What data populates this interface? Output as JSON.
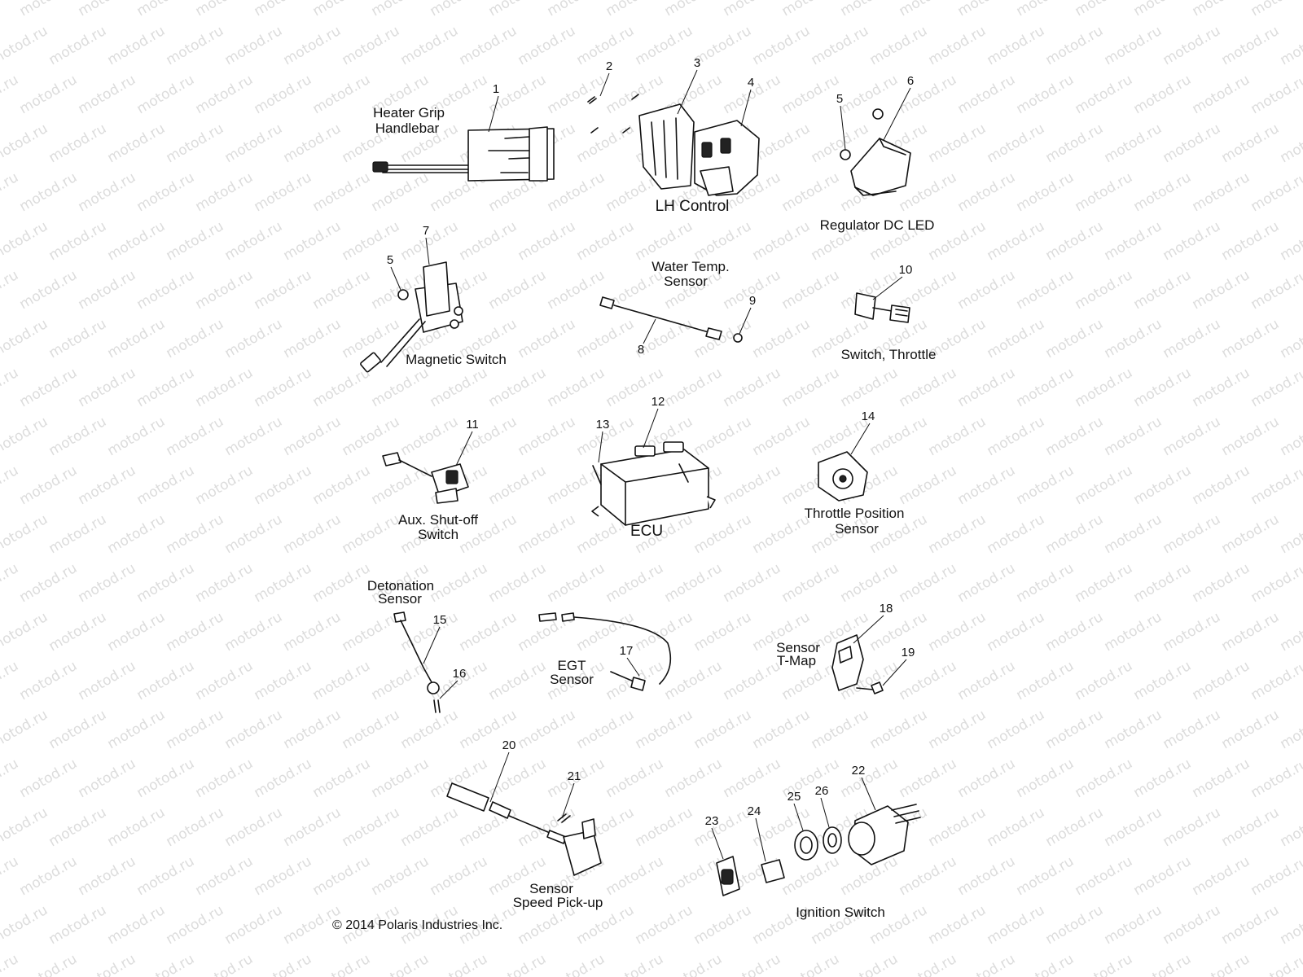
{
  "watermark": "motod.ru",
  "captions": {
    "heater_grip": [
      "Heater Grip",
      "Handlebar"
    ],
    "lh_control": "LH Control",
    "regulator": "Regulator DC LED",
    "water_temp": [
      "Water Temp.",
      "Sensor"
    ],
    "magnetic_switch": "Magnetic Switch",
    "throttle_switch": "Switch, Throttle",
    "aux_shutoff": [
      "Aux. Shut-off",
      "Switch"
    ],
    "ecu": "ECU",
    "throttle_position": [
      "Throttle Position",
      "Sensor"
    ],
    "detonation": [
      "Detonation",
      "Sensor"
    ],
    "egt": [
      "EGT",
      "Sensor"
    ],
    "tmap": [
      "Sensor",
      "T-Map"
    ],
    "speed_pickup": [
      "Sensor",
      "Speed Pick-up"
    ],
    "ignition": "Ignition Switch"
  },
  "callouts": [
    "1",
    "2",
    "3",
    "4",
    "5",
    "6",
    "5",
    "7",
    "8",
    "9",
    "10",
    "11",
    "12",
    "13",
    "14",
    "15",
    "16",
    "17",
    "18",
    "19",
    "20",
    "21",
    "22",
    "23",
    "24",
    "25",
    "26"
  ],
  "copyright": "© 2014 Polaris Industries Inc."
}
